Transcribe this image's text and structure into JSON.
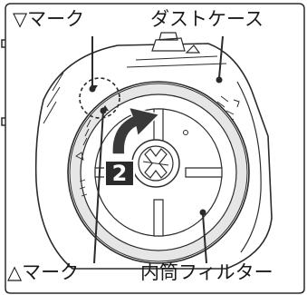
{
  "labels": {
    "mark_down": "▽マーク",
    "dust_case": "ダストケース",
    "mark_up": "△マーク",
    "inner_filter": "内筒フィルター"
  },
  "step_number": "2",
  "colors": {
    "line": "#2b2b2b",
    "arrow": "#3a3a3a",
    "ring_fill": "#efefef",
    "background": "#ffffff"
  },
  "icons": {
    "rotation_arrow": "curved-arrow-clockwise-icon",
    "center_knob": "filter-knob-icon"
  }
}
